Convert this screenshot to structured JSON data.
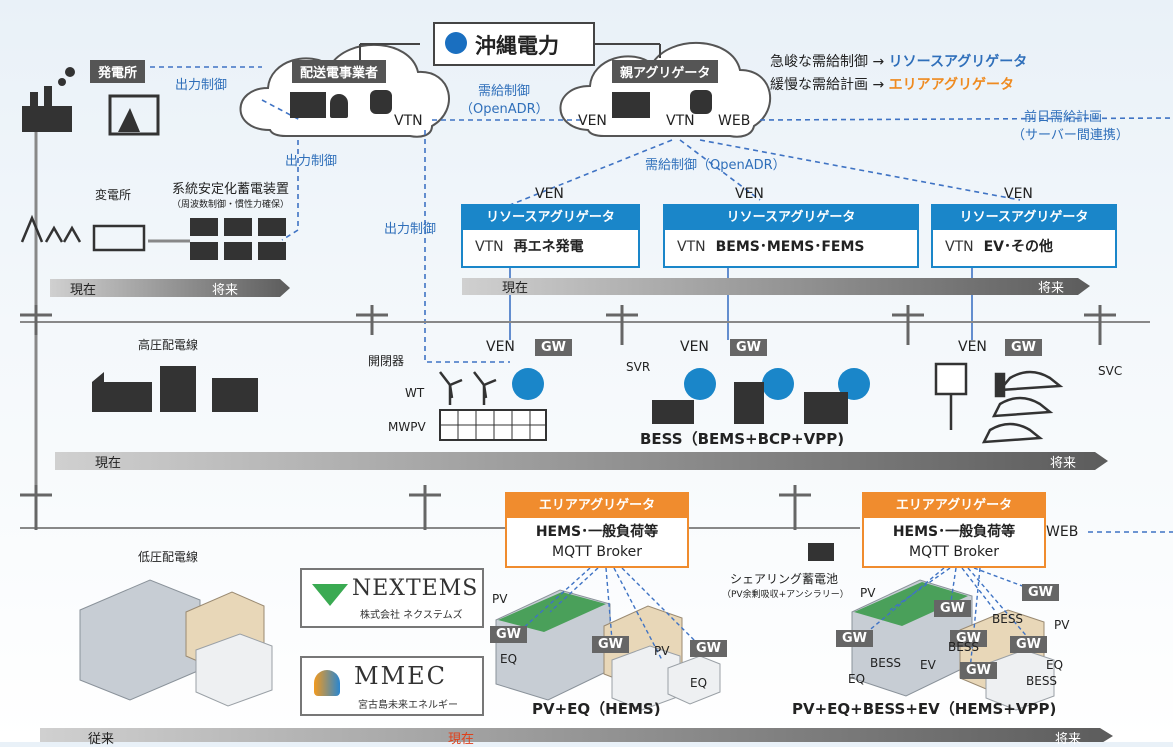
{
  "header": {
    "brand": "沖縄電力",
    "legend_line1_prefix": "急峻な需給制御 →",
    "legend_line1_value": "リソースアグリゲータ",
    "legend_line2_prefix": "緩慢な需給計画 →",
    "legend_line2_value": "エリアアグリゲータ"
  },
  "left": {
    "power_plant": "発電所",
    "output_control_1": "出力制御",
    "output_control_2": "出力制御",
    "output_control_3": "出力制御",
    "substation": "変電所",
    "storage_title": "系統安定化蓄電装置",
    "storage_sub": "（周波数制御・慣性力確保）",
    "hv_line": "高圧配電線",
    "lv_line": "低圧配電線",
    "switchgear": "開閉器"
  },
  "clouds": {
    "distribution": "配送電事業者",
    "vtn": "VTN",
    "parent": "親アグリゲータ",
    "ven": "VEN",
    "vtn2": "VTN",
    "web": "WEB",
    "dr_label": "需給制御",
    "dr_proto": "（OpenADR）",
    "day_ahead_1": "前日需給計画",
    "day_ahead_2": "（サーバー間連携）",
    "dr_label2": "需給制御（OpenADR）"
  },
  "resource_aggregators": [
    {
      "ven": "VEN",
      "title": "リソースアグリゲータ",
      "vtn": "VTN",
      "name": "再エネ発電"
    },
    {
      "ven": "VEN",
      "title": "リソースアグリゲータ",
      "vtn": "VTN",
      "name": "BEMS･MEMS･FEMS"
    },
    {
      "ven": "VEN",
      "title": "リソースアグリゲータ",
      "vtn": "VTN",
      "name": "EV･その他"
    }
  ],
  "timelines": {
    "now": "現在",
    "future": "将来",
    "conventional": "従来"
  },
  "field": {
    "ven": "VEN",
    "gw": "GW",
    "wt": "WT",
    "mwpv": "MWPV",
    "svr": "SVR",
    "svc": "SVC",
    "bess_caption": "BESS（BEMS+BCP+VPP)"
  },
  "area_aggregators": [
    {
      "title": "エリアアグリゲータ",
      "line1": "HEMS･一般負荷等",
      "line2": "MQTT Broker"
    },
    {
      "title": "エリアアグリゲータ",
      "line1": "HEMS･一般負荷等",
      "line2": "MQTT Broker"
    }
  ],
  "low_voltage": {
    "web": "WEB",
    "shared_battery": "シェアリング蓄電池",
    "shared_battery_sub": "（PV余剰吸収+アンシラリー）",
    "pv": "PV",
    "gw": "GW",
    "eq": "EQ",
    "bess": "BESS",
    "ev": "EV",
    "caption_left": "PV+EQ（HEMS)",
    "caption_right": "PV+EQ+BESS+EV（HEMS+VPP)"
  },
  "logos": {
    "nextems": "NEXTEMS",
    "nextems_sub": "株式会社 ネクステムズ",
    "mmec": "MMEC",
    "mmec_sub": "宮古島未来エネルギー"
  },
  "colors": {
    "blue": "#1a86c9",
    "orange": "#f08c2e",
    "dark": "#555555"
  }
}
